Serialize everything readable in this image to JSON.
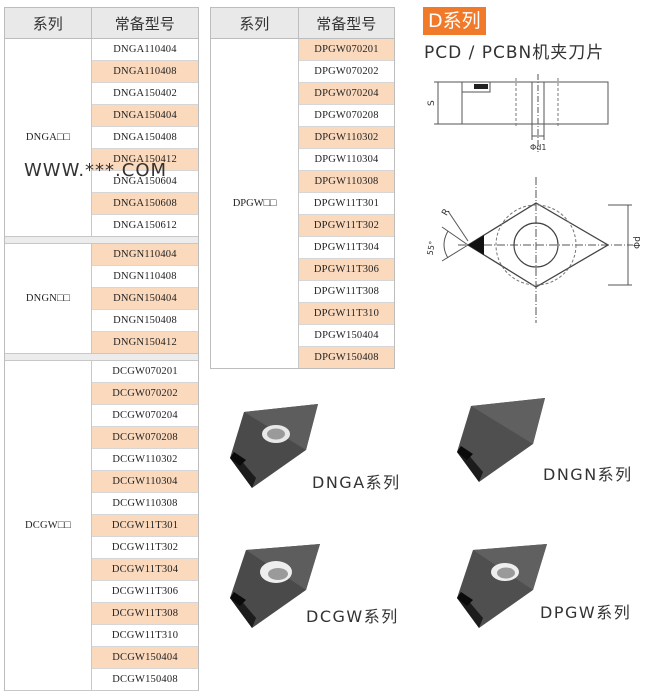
{
  "left_table": {
    "header": {
      "series": "系列",
      "model": "常备型号"
    },
    "groups": [
      {
        "name": "DNGA□□",
        "items": [
          "DNGA110404",
          "DNGA110408",
          "DNGA150402",
          "DNGA150404",
          "DNGA150408",
          "DNGA150412",
          "DNGA150604",
          "DNGA150608",
          "DNGA150612"
        ],
        "highlight": [
          false,
          true,
          false,
          true,
          false,
          true,
          false,
          true,
          false
        ]
      },
      {
        "name": "DNGN□□",
        "items": [
          "DNGN110404",
          "DNGN110408",
          "DNGN150404",
          "DNGN150408",
          "DNGN150412"
        ],
        "highlight": [
          true,
          false,
          true,
          false,
          true
        ]
      },
      {
        "name": "DCGW□□",
        "items": [
          "DCGW070201",
          "DCGW070202",
          "DCGW070204",
          "DCGW070208",
          "DCGW110302",
          "DCGW110304",
          "DCGW110308",
          "DCGW11T301",
          "DCGW11T302",
          "DCGW11T304",
          "DCGW11T306",
          "DCGW11T308",
          "DCGW11T310",
          "DCGW150404",
          "DCGW150408"
        ],
        "highlight": [
          false,
          true,
          false,
          true,
          false,
          true,
          false,
          true,
          false,
          true,
          false,
          true,
          false,
          true,
          false
        ]
      }
    ]
  },
  "middle_table": {
    "header": {
      "series": "系列",
      "model": "常备型号"
    },
    "groups": [
      {
        "name": "DPGW□□",
        "items": [
          "DPGW070201",
          "DPGW070202",
          "DPGW070204",
          "DPGW070208",
          "DPGW110302",
          "DPGW110304",
          "DPGW110308",
          "DPGW11T301",
          "DPGW11T302",
          "DPGW11T304",
          "DPGW11T306",
          "DPGW11T308",
          "DPGW11T310",
          "DPGW150404",
          "DPGW150408"
        ],
        "highlight": [
          true,
          false,
          true,
          false,
          true,
          false,
          true,
          false,
          true,
          false,
          true,
          false,
          true,
          false,
          true
        ]
      }
    ]
  },
  "title": {
    "badge": "D系列",
    "subtitle": "PCD / PCBN机夹刀片"
  },
  "drawing": {
    "label_s": "S",
    "label_d1": "Φd1",
    "label_r": "R",
    "label_angle": "55°",
    "label_d": "Φd"
  },
  "watermark": "WWW.***.COM",
  "inserts": [
    "DNGA系列",
    "DNGN系列",
    "DCGW系列",
    "DPGW系列"
  ],
  "colors": {
    "highlight": "#fbd9bd",
    "badge": "#f07a2a",
    "header": "#e9e9e9"
  }
}
